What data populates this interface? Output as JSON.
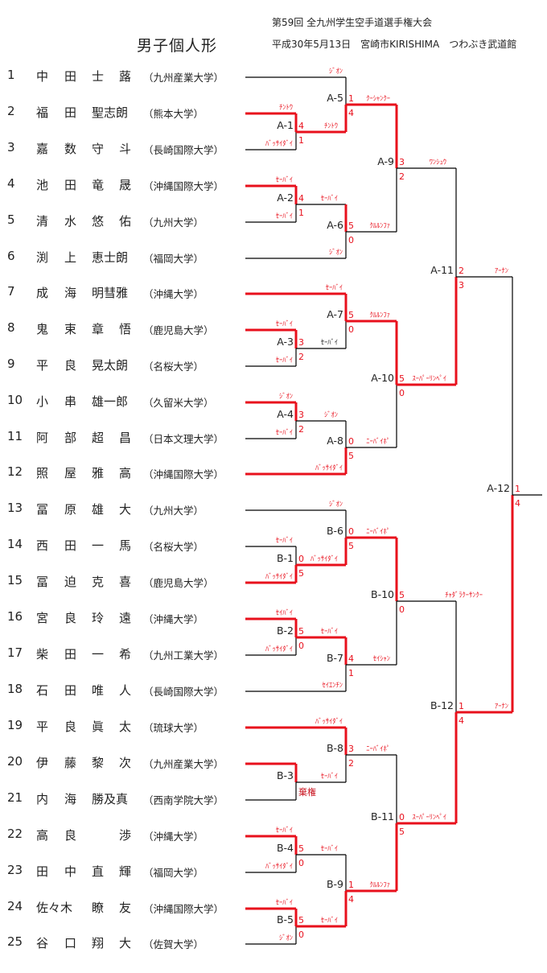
{
  "header": {
    "tournament": "第59回 全九州学生空手道選手権大会",
    "date_venue": "平成30年5月13日　宮崎市KIRISHIMA　つわぶき武道館",
    "event": "男子個人形"
  },
  "colors": {
    "winner_line": "#e8101c",
    "line": "#000000",
    "score": "#e8101c"
  },
  "players": [
    {
      "seed": "1",
      "name": [
        "中",
        "田",
        "士",
        "蕗"
      ],
      "school": "（九州産業大学）"
    },
    {
      "seed": "2",
      "name": [
        "福",
        "田",
        "聖志朗"
      ],
      "school": "（熊本大学）"
    },
    {
      "seed": "3",
      "name": [
        "嘉",
        "数",
        "守",
        "斗"
      ],
      "school": "（長崎国際大学）"
    },
    {
      "seed": "4",
      "name": [
        "池",
        "田",
        "竜",
        "晟"
      ],
      "school": "（沖縄国際大学）"
    },
    {
      "seed": "5",
      "name": [
        "清",
        "水",
        "悠",
        "佑"
      ],
      "school": "（九州大学）"
    },
    {
      "seed": "6",
      "name": [
        "渕",
        "上",
        "恵士朗"
      ],
      "school": "（福岡大学）"
    },
    {
      "seed": "7",
      "name": [
        "成",
        "海",
        "明彗雅"
      ],
      "school": "（沖縄大学）"
    },
    {
      "seed": "8",
      "name": [
        "鬼",
        "束",
        "章",
        "悟"
      ],
      "school": "（鹿児島大学）"
    },
    {
      "seed": "9",
      "name": [
        "平",
        "良",
        "晃太朗"
      ],
      "school": "（名桜大学）"
    },
    {
      "seed": "10",
      "name": [
        "小",
        "串",
        "雄一郎"
      ],
      "school": "（久留米大学）"
    },
    {
      "seed": "11",
      "name": [
        "阿",
        "部",
        "超",
        "昌"
      ],
      "school": "（日本文理大学）"
    },
    {
      "seed": "12",
      "name": [
        "照",
        "屋",
        "雅",
        "高"
      ],
      "school": "（沖縄国際大学）"
    },
    {
      "seed": "13",
      "name": [
        "冨",
        "原",
        "雄",
        "大"
      ],
      "school": "（九州大学）"
    },
    {
      "seed": "14",
      "name": [
        "西",
        "田",
        "一",
        "馬"
      ],
      "school": "（名桜大学）"
    },
    {
      "seed": "15",
      "name": [
        "冨",
        "迫",
        "克",
        "喜"
      ],
      "school": "（鹿児島大学）"
    },
    {
      "seed": "16",
      "name": [
        "宮",
        "良",
        "玲",
        "遠"
      ],
      "school": "（沖縄大学）"
    },
    {
      "seed": "17",
      "name": [
        "柴",
        "田",
        "一",
        "希"
      ],
      "school": "（九州工業大学）"
    },
    {
      "seed": "18",
      "name": [
        "石",
        "田",
        "唯",
        "人"
      ],
      "school": "（長崎国際大学）"
    },
    {
      "seed": "19",
      "name": [
        "平",
        "良",
        "眞",
        "太"
      ],
      "school": "（琉球大学）"
    },
    {
      "seed": "20",
      "name": [
        "伊",
        "藤",
        "黎",
        "次"
      ],
      "school": "（九州産業大学）"
    },
    {
      "seed": "21",
      "name": [
        "内",
        "海",
        "勝及真"
      ],
      "school": "（西南学院大学）"
    },
    {
      "seed": "22",
      "name": [
        "高",
        "良",
        "",
        "渉"
      ],
      "school": "（沖縄大学）"
    },
    {
      "seed": "23",
      "name": [
        "田",
        "中",
        "直",
        "輝"
      ],
      "school": "（福岡大学）"
    },
    {
      "seed": "24",
      "name": [
        "佐々木",
        "瞭",
        "友"
      ],
      "school": "（沖縄国際大学）"
    },
    {
      "seed": "25",
      "name": [
        "谷",
        "口",
        "翔",
        "大"
      ],
      "school": "（佐賀大学）"
    }
  ],
  "matches": {
    "A-1": {
      "label": "A-1",
      "top_score": "4",
      "bottom_score": "1",
      "top_kata": "ﾁﾝﾄｳ",
      "bottom_kata": "ﾊﾞｯｻｲﾀﾞｲ"
    },
    "A-2": {
      "label": "A-2",
      "top_score": "4",
      "bottom_score": "1",
      "top_kata": "ｾｰﾊﾞｲ",
      "bottom_kata": "ｾｰﾊﾞｲ"
    },
    "A-3": {
      "label": "A-3",
      "top_score": "3",
      "bottom_score": "2",
      "top_kata": "ｾｰﾊﾞｲ",
      "bottom_kata": "ｾｰﾊﾞｲ"
    },
    "A-4": {
      "label": "A-4",
      "top_score": "3",
      "bottom_score": "2",
      "top_kata": "ｼﾞｵﾝ",
      "bottom_kata": "ｾｰﾊﾞｲ"
    },
    "A-5": {
      "label": "A-5",
      "top_score": "1",
      "bottom_score": "4",
      "top_kata": "ｼﾞｵﾝ",
      "bottom_kata": "ﾁﾝﾄｳ"
    },
    "A-6": {
      "label": "A-6",
      "top_score": "5",
      "bottom_score": "0",
      "top_kata": "ｾｰﾊﾞｲ",
      "bottom_kata": "ｼﾞｵﾝ"
    },
    "A-7": {
      "label": "A-7",
      "top_score": "5",
      "bottom_score": "0",
      "top_kata": "ｾｰﾊﾞｲ",
      "bottom_kata": "ｾｰﾊﾞｲ"
    },
    "A-8": {
      "label": "A-8",
      "top_score": "0",
      "bottom_score": "5",
      "top_kata": "ｼﾞｵﾝ",
      "bottom_kata": "ﾊﾞｯｻｲﾀﾞｲ"
    },
    "A-9": {
      "label": "A-9",
      "top_score": "3",
      "bottom_score": "2",
      "top_kata": "ｸｰｼｬﾝｸｰ",
      "bottom_kata": "ｸﾙﾙﾝﾌｧ"
    },
    "A-10": {
      "label": "A-10",
      "top_score": "5",
      "bottom_score": "0",
      "top_kata": "ｸﾙﾙﾝﾌｧ",
      "bottom_kata": "ﾆｰﾊﾞｲﾎﾟ"
    },
    "A-11": {
      "label": "A-11",
      "top_score": "2",
      "bottom_score": "3",
      "top_kata": "ﾜﾝｼｭｳ",
      "bottom_kata": "ｽｰﾊﾟｰﾘﾝﾍﾟｲ"
    },
    "A-12": {
      "label": "A-12",
      "top_score": "1",
      "bottom_score": "4",
      "top_kata": "ｱｰﾅﾝ",
      "bottom_kata": "ｱｰﾅﾝ"
    },
    "B-1": {
      "label": "B-1",
      "top_score": "0",
      "bottom_score": "5",
      "top_kata": "ｾｰﾊﾞｲ",
      "bottom_kata": "ﾊﾞｯｻｲﾀﾞｲ"
    },
    "B-2": {
      "label": "B-2",
      "top_score": "5",
      "bottom_score": "0",
      "top_kata": "ｾｲﾊﾞｲ",
      "bottom_kata": "ﾊﾞｯｻｲﾀﾞｲ"
    },
    "B-3": {
      "label": "B-3",
      "top_score": "",
      "bottom_score": "棄権",
      "top_kata": "",
      "bottom_kata": ""
    },
    "B-4": {
      "label": "B-4",
      "top_score": "5",
      "bottom_score": "0",
      "top_kata": "ｾｰﾊﾞｲ",
      "bottom_kata": "ﾊﾞｯｻｲﾀﾞｲ"
    },
    "B-5": {
      "label": "B-5",
      "top_score": "5",
      "bottom_score": "0",
      "top_kata": "ｾｰﾊﾞｲ",
      "bottom_kata": "ｼﾞｵﾝ"
    },
    "B-6": {
      "label": "B-6",
      "top_score": "0",
      "bottom_score": "5",
      "top_kata": "ｼﾞｵﾝ",
      "bottom_kata": "ﾊﾞｯｻｲﾀﾞｲ"
    },
    "B-7": {
      "label": "B-7",
      "top_score": "4",
      "bottom_score": "1",
      "top_kata": "ｾｰﾊﾞｲ",
      "bottom_kata": "ｾｲｴﾝﾁﾝ"
    },
    "B-8": {
      "label": "B-8",
      "top_score": "3",
      "bottom_score": "2",
      "top_kata": "ﾊﾞｯｻｲﾀﾞｲ",
      "bottom_kata": "ｾｰﾊﾞｲ"
    },
    "B-9": {
      "label": "B-9",
      "top_score": "1",
      "bottom_score": "4",
      "top_kata": "ｾｰﾊﾞｲ",
      "bottom_kata": "ｾｰﾊﾞｲ"
    },
    "B-10": {
      "label": "B-10",
      "top_score": "5",
      "bottom_score": "0",
      "top_kata": "ﾆｰﾊﾞｲﾎﾟ",
      "bottom_kata": "ｾｲｼｬﾝ"
    },
    "B-11": {
      "label": "B-11",
      "top_score": "0",
      "bottom_score": "5",
      "top_kata": "ﾆｰﾊﾞｲﾎﾟ",
      "bottom_kata": "ｸﾙﾙﾝﾌｧ"
    },
    "B-12": {
      "label": "B-12",
      "top_score": "1",
      "bottom_score": "4",
      "top_kata": "ﾁｬﾀﾞﾗｸｰｻﾝｸｰ",
      "bottom_kata": "ｽｰﾊﾟｰﾘﾝﾍﾟｲ"
    }
  }
}
